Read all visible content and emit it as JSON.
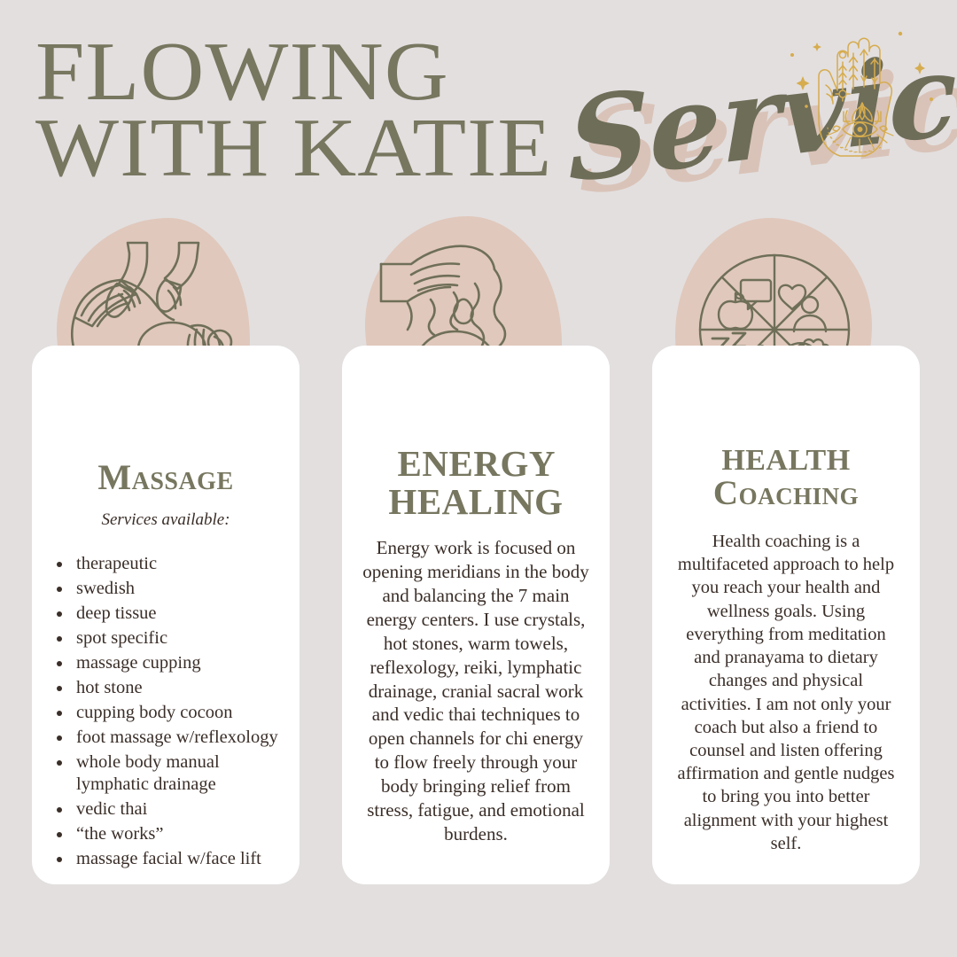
{
  "header": {
    "brand_name": "FLOWING\nWITH KATIE",
    "script_word": "Services",
    "hamsa_icon": "hamsa-hand-icon",
    "brand_color": "#77765F",
    "script_shadow_color": "#D9C3B8",
    "gold_color": "#D6AC4E"
  },
  "theme": {
    "background": "#E3DFDF",
    "card_background": "#FFFFFF",
    "blob_color": "#E0C8BC",
    "heading_color": "#77765F",
    "body_text_color": "#3A2E28",
    "line_art_color": "#6F6F58"
  },
  "cards": [
    {
      "id": "massage",
      "title": "Massage",
      "icon": "massage-illustration",
      "subtitle": "Services available:",
      "items": [
        "therapeutic",
        "swedish",
        "deep tissue",
        "spot specific",
        "massage cupping",
        "hot stone",
        "cupping body cocoon",
        "foot massage w/reflexology",
        "whole body manual lymphatic drainage",
        "vedic thai",
        "“the works”",
        "massage facial w/face lift"
      ]
    },
    {
      "id": "energy-healing",
      "title_line1": "ENERGY",
      "title_line2": "HEALING",
      "icon": "energy-healing-hands-illustration",
      "body": "Energy work is focused on opening meridians in the body and balancing the 7 main energy centers. I use crystals, hot stones, warm towels, reflexology, reiki, lymphatic drainage, cranial sacral work and vedic thai techniques to open channels for chi energy to flow freely through your body bringing relief from stress, fatigue, and emotional burdens."
    },
    {
      "id": "health-coaching",
      "title_line1": "HEALTH",
      "title_line2": "Coaching",
      "icon": "wellness-wheel-illustration",
      "body": "Health coaching is a multifaceted approach to help you reach your health and wellness goals. Using everything from meditation and pranayama to dietary changes and physical activities. I am not only your coach but also a friend to counsel and listen offering affirmation and gentle nudges to bring you into better alignment with your highest self."
    }
  ],
  "wheel_segments": [
    "speech-bubble-icon",
    "heart-icon",
    "person-icon",
    "flower-leaf-icon",
    "sparkle-icon",
    "mountain-icon",
    "sleep-zzz-icon",
    "apple-icon"
  ]
}
